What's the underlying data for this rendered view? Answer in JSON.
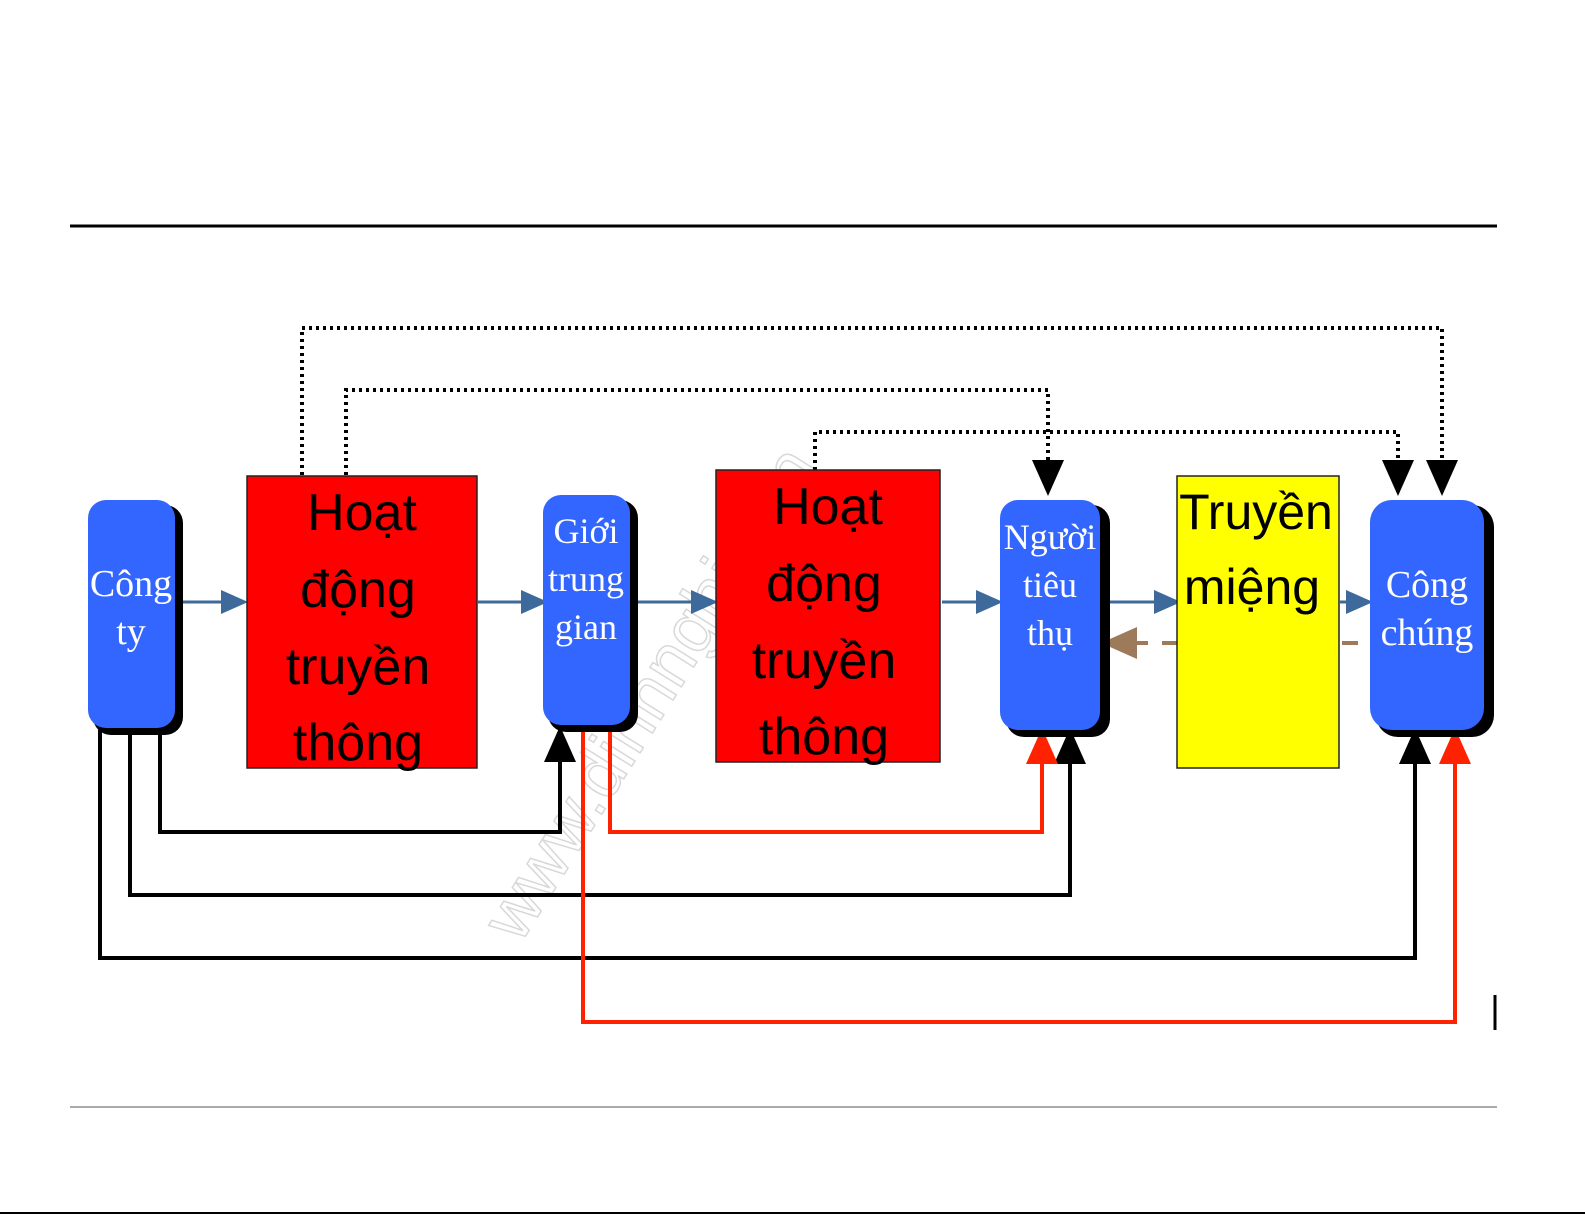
{
  "nodes": {
    "company": [
      "Công",
      "ty"
    ],
    "comm_activity_1": [
      "Hoạt",
      "động",
      "truyền",
      "thông"
    ],
    "intermediary": [
      "Giới",
      "trung",
      "gian"
    ],
    "comm_activity_2": [
      "Hoạt",
      "động",
      "truyền",
      "thông"
    ],
    "consumer": [
      "Người",
      "tiêu",
      "thụ"
    ],
    "word_of_mouth": [
      "Truyền",
      "miệng"
    ],
    "public": [
      "Công",
      "chúng"
    ]
  },
  "watermark": "www.dinhnghia.vn",
  "colors": {
    "blue_box": "#3366ff",
    "red_box": "#ff0000",
    "yellow_box": "#ffff00",
    "flow_arrow": "#3d6a9a",
    "red_line": "#ff2200",
    "dashed_brown": "#9c7a5a"
  }
}
